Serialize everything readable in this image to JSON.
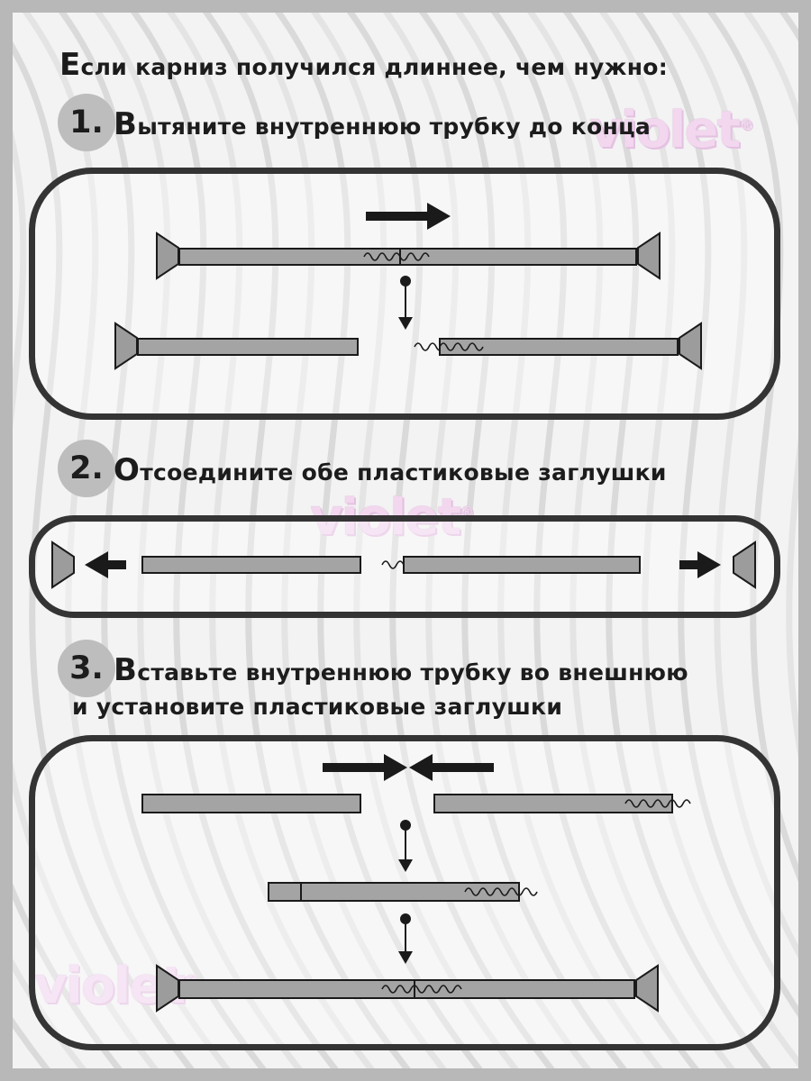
{
  "title_first": "Е",
  "title_rest": "сли карниз получился длиннее, чем нужно:",
  "watermark": {
    "text": "violet",
    "mark": "®",
    "color": "#f2d7ef"
  },
  "steps": [
    {
      "number": "1.",
      "first": "В",
      "rest": "ытяните внутреннюю трубку до конца",
      "line2": ""
    },
    {
      "number": "2.",
      "first": "О",
      "rest": "тсоедините обе пластиковые заглушки",
      "line2": ""
    },
    {
      "number": "3.",
      "first": "В",
      "rest": "ставьте внутреннюю трубку во внешнюю",
      "line2": "и установите пластиковые заглушки"
    }
  ],
  "colors": {
    "tube": "#a4a4a4",
    "cap": "#9c9c9c",
    "stroke": "#1a1a1a",
    "panel_border": "#343434",
    "step_circle": "#bdbdbd"
  }
}
